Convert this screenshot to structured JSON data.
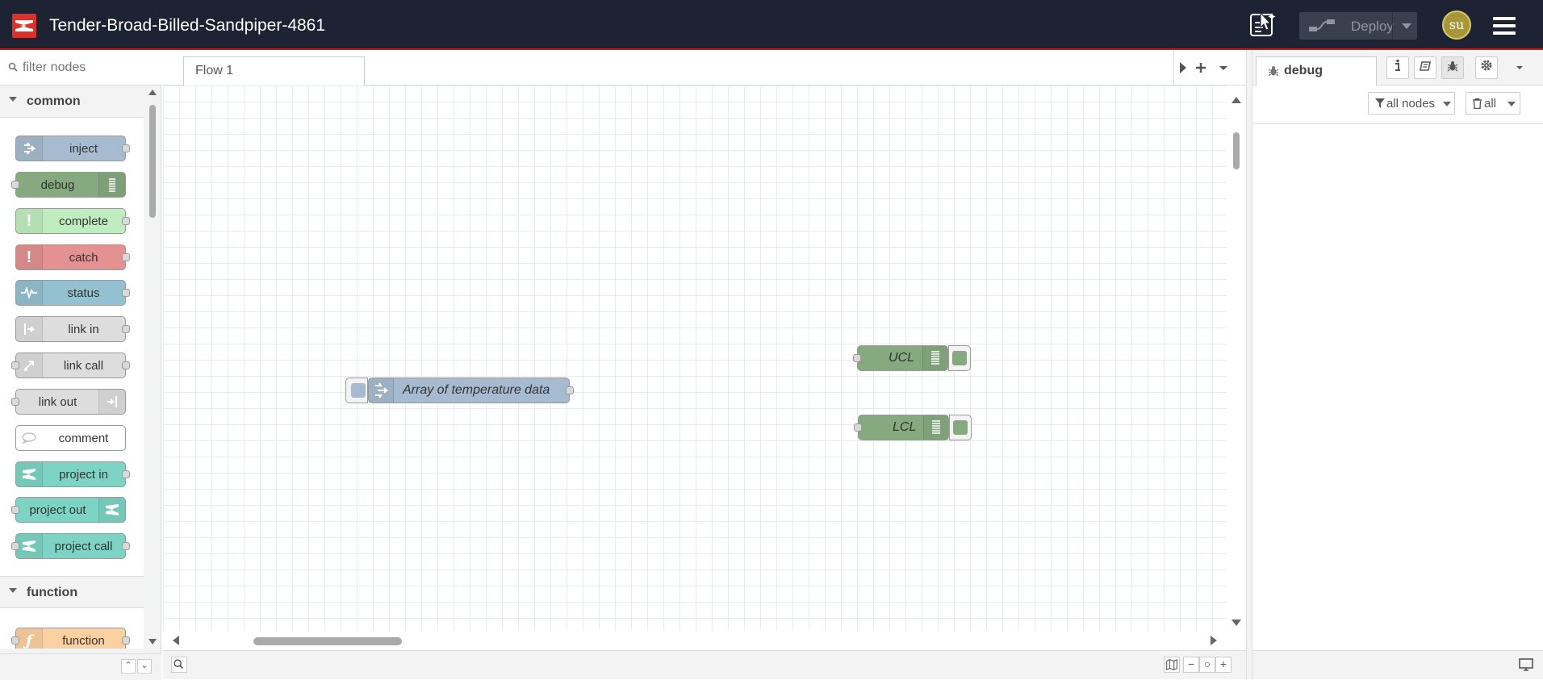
{
  "header": {
    "title": "Tender-Broad-Billed-Sandpiper-4861",
    "deploy_label": "Deploy",
    "avatar_initials": "su",
    "colors": {
      "background": "#1e2333",
      "accent_line": "#c02020",
      "logo": "#d9322b"
    }
  },
  "palette": {
    "search_placeholder": "filter nodes",
    "categories": [
      {
        "label": "common"
      },
      {
        "label": "function"
      }
    ],
    "nodes": [
      {
        "label": "inject",
        "icon": "arrow-right-icon",
        "color": "#a6bbcf"
      },
      {
        "label": "debug",
        "icon": "list-icon",
        "color": "#87a980"
      },
      {
        "label": "complete",
        "icon": "exclamation-icon",
        "color": "#c0edc0"
      },
      {
        "label": "catch",
        "icon": "exclamation-icon",
        "color": "#e49191"
      },
      {
        "label": "status",
        "icon": "pulse-icon",
        "color": "#94c1d0"
      },
      {
        "label": "link in",
        "icon": "link-in-icon",
        "color": "#dddddd"
      },
      {
        "label": "link call",
        "icon": "link-call-icon",
        "color": "#dddddd"
      },
      {
        "label": "link out",
        "icon": "link-out-icon",
        "color": "#dddddd"
      },
      {
        "label": "comment",
        "icon": "comment-icon",
        "color": "#ffffff"
      },
      {
        "label": "project in",
        "icon": "project-icon",
        "color": "#7dd4c4"
      },
      {
        "label": "project out",
        "icon": "project-icon",
        "color": "#7dd4c4"
      },
      {
        "label": "project call",
        "icon": "project-icon",
        "color": "#7dd4c4"
      },
      {
        "label": "function",
        "icon": "function-icon",
        "color": "#fdd0a2"
      }
    ]
  },
  "workspace": {
    "tabs": [
      {
        "label": "Flow 1"
      }
    ],
    "nodes": [
      {
        "label": "Array of temperature data",
        "type": "inject"
      },
      {
        "label": "UCL",
        "type": "debug"
      },
      {
        "label": "LCL",
        "type": "debug"
      }
    ]
  },
  "sidebar": {
    "active_tab": "debug",
    "filter_nodes_label": "all nodes",
    "clear_label": "all"
  }
}
